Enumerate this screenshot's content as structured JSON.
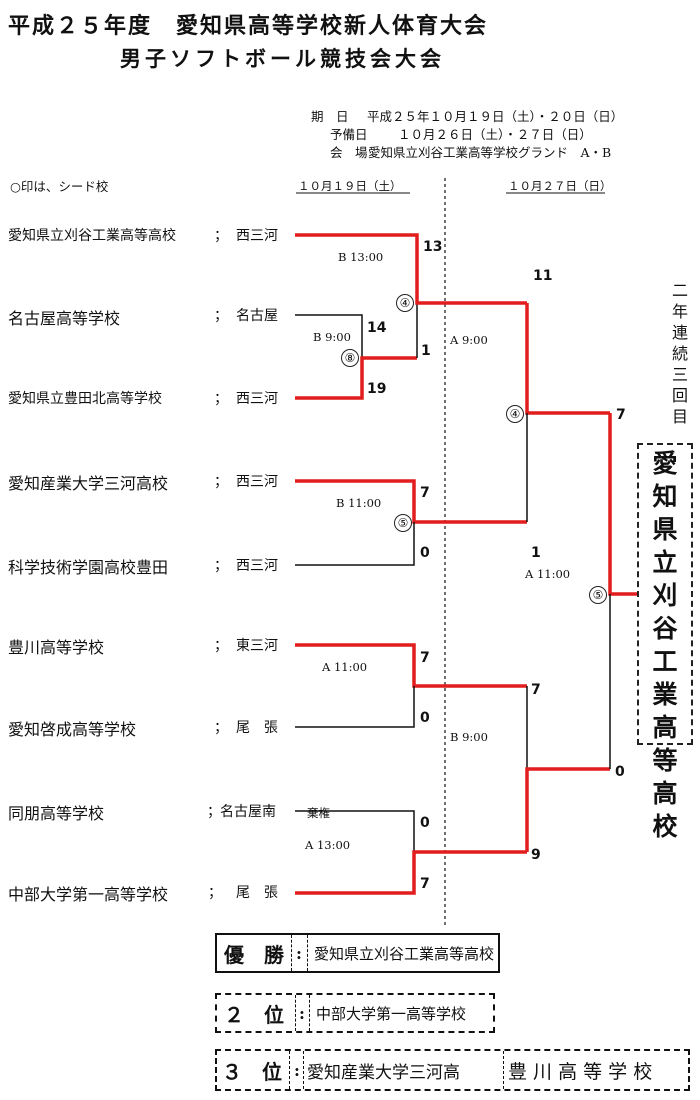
{
  "header": {
    "title_line1": "平成２５年度　愛知県高等学校新人体育大会",
    "title_line2": "男子ソフトボール競技会大会"
  },
  "info": {
    "date_label": "期　日",
    "date_value": "平成２５年１０月１９日（土）・２０日（日）",
    "reserve_label": "予備日",
    "reserve_value": "１０月２６日（土）・２７日（日）",
    "venue_label": "会　場",
    "venue_value": "愛知県立刈谷工業高等学校グランド　A・B"
  },
  "seed_note": "○印は、シード校",
  "dates": {
    "round1": "１０月１９日（土）",
    "round2": "１０月２７日（日）"
  },
  "teams": [
    {
      "name": "愛知県立刈谷工業高等高校",
      "sep": "；",
      "region": "西三河"
    },
    {
      "name": "名古屋高等学校",
      "sep": "；",
      "region": "名古屋"
    },
    {
      "name": "愛知県立豊田北高等学校",
      "sep": "；",
      "region": "西三河"
    },
    {
      "name": "愛知産業大学三河高校",
      "sep": "；",
      "region": "西三河"
    },
    {
      "name": "科学技術学園高校豊田",
      "sep": "；",
      "region": "西三河"
    },
    {
      "name": "豊川高等学校",
      "sep": "；",
      "region": "東三河"
    },
    {
      "name": "愛知啓成高等学校",
      "sep": "；",
      "region": "尾　張"
    },
    {
      "name": "同朋高等学校",
      "sep": "；",
      "region": "名古屋南"
    },
    {
      "name": "中部大学第一高等学校",
      "sep": "；",
      "region": "尾　張"
    }
  ],
  "matches": {
    "m8": {
      "court_time": "B 9:00",
      "court": "⑧",
      "scores": [
        "14",
        "19"
      ]
    },
    "m4a": {
      "court_time": "B 13:00",
      "court": "④",
      "scores": [
        "13",
        "1"
      ]
    },
    "m5a": {
      "court_time": "B 11:00",
      "court": "⑤",
      "scores": [
        "7",
        "0"
      ]
    },
    "m_a1": {
      "court_time": "A 11:00",
      "scores": [
        "7",
        "0"
      ]
    },
    "m_a2": {
      "court_time": "A 13:00",
      "note": "棄権",
      "scores": [
        "0",
        "7"
      ]
    },
    "semi1": {
      "court_time": "A 9:00",
      "court": "④",
      "scores": [
        "11",
        "1"
      ]
    },
    "semi2": {
      "court_time": "B 9:00",
      "scores": [
        "7",
        "9"
      ]
    },
    "final": {
      "court_time": "A 11:00",
      "court": "⑤",
      "scores": [
        "7",
        "0"
      ]
    }
  },
  "side_note": "二年連続三回目",
  "champion_box": "愛知県立刈谷工業高等高校",
  "results": {
    "first": {
      "label": "優　勝",
      "colon": ":",
      "team": "愛知県立刈谷工業高等高校"
    },
    "second": {
      "label": "２　位",
      "colon": ":",
      "team": "中部大学第一高等学校"
    },
    "third": {
      "label": "３　位",
      "colon": ":",
      "team1": "愛知産業大学三河高",
      "team2": "豊 川 高 等 学 校"
    }
  },
  "colors": {
    "winner_line": "#e21d1d",
    "line": "#111111"
  }
}
